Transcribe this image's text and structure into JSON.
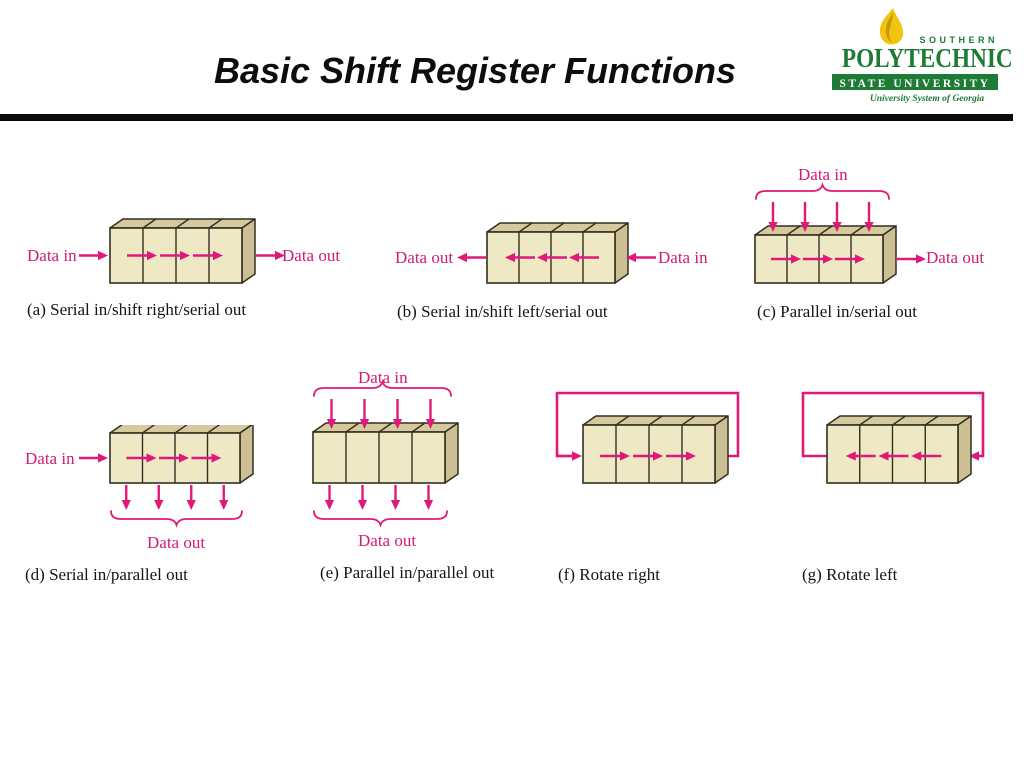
{
  "slide": {
    "title": "Basic Shift Register Functions"
  },
  "logo": {
    "southern": "SOUTHERN",
    "polytechnic": "POLYTECHNIC",
    "state_university": "STATE UNIVERSITY",
    "tagline": "University System of Georgia",
    "green": "#1d7b35",
    "gold": "#f2c410",
    "gold_dark": "#c49a00"
  },
  "colors": {
    "arrow": "#e01879",
    "label_text": "#d01d72",
    "caption_text": "#141414",
    "box_front": "#efe8c5",
    "box_top": "#d5c99d",
    "box_side": "#ccbf93",
    "box_outline": "#332f20",
    "divider": "#0a0a0a"
  },
  "diagrams": [
    {
      "id": "a",
      "caption": "(a) Serial in/shift right/serial out",
      "left_label": "Data in",
      "right_label": "Data out",
      "internal": "right",
      "serial_in": "left",
      "serial_out": "right",
      "parallel_in": false,
      "parallel_out": false,
      "loop": null
    },
    {
      "id": "b",
      "caption": "(b) Serial in/shift left/serial out",
      "left_label": "Data out",
      "right_label": "Data in",
      "internal": "left",
      "serial_in": "right",
      "serial_out": "left",
      "parallel_in": false,
      "parallel_out": false,
      "loop": null
    },
    {
      "id": "c",
      "caption": "(c) Parallel in/serial out",
      "top_label": "Data in",
      "right_label": "Data out",
      "internal": "right",
      "serial_in": null,
      "serial_out": "right",
      "parallel_in": true,
      "parallel_out": false,
      "loop": null
    },
    {
      "id": "d",
      "caption": "(d) Serial in/parallel out",
      "left_label": "Data in",
      "bottom_label": "Data out",
      "internal": "right",
      "serial_in": "left",
      "serial_out": null,
      "parallel_in": false,
      "parallel_out": true,
      "loop": null
    },
    {
      "id": "e",
      "caption": "(e) Parallel in/parallel out",
      "top_label": "Data in",
      "bottom_label": "Data out",
      "internal": "none",
      "serial_in": null,
      "serial_out": null,
      "parallel_in": true,
      "parallel_out": true,
      "loop": null
    },
    {
      "id": "f",
      "caption": "(f) Rotate right",
      "internal": "right",
      "serial_in": null,
      "serial_out": null,
      "parallel_in": false,
      "parallel_out": false,
      "loop": "right"
    },
    {
      "id": "g",
      "caption": "(g) Rotate left",
      "internal": "left",
      "serial_in": null,
      "serial_out": null,
      "parallel_in": false,
      "parallel_out": false,
      "loop": "left"
    }
  ]
}
